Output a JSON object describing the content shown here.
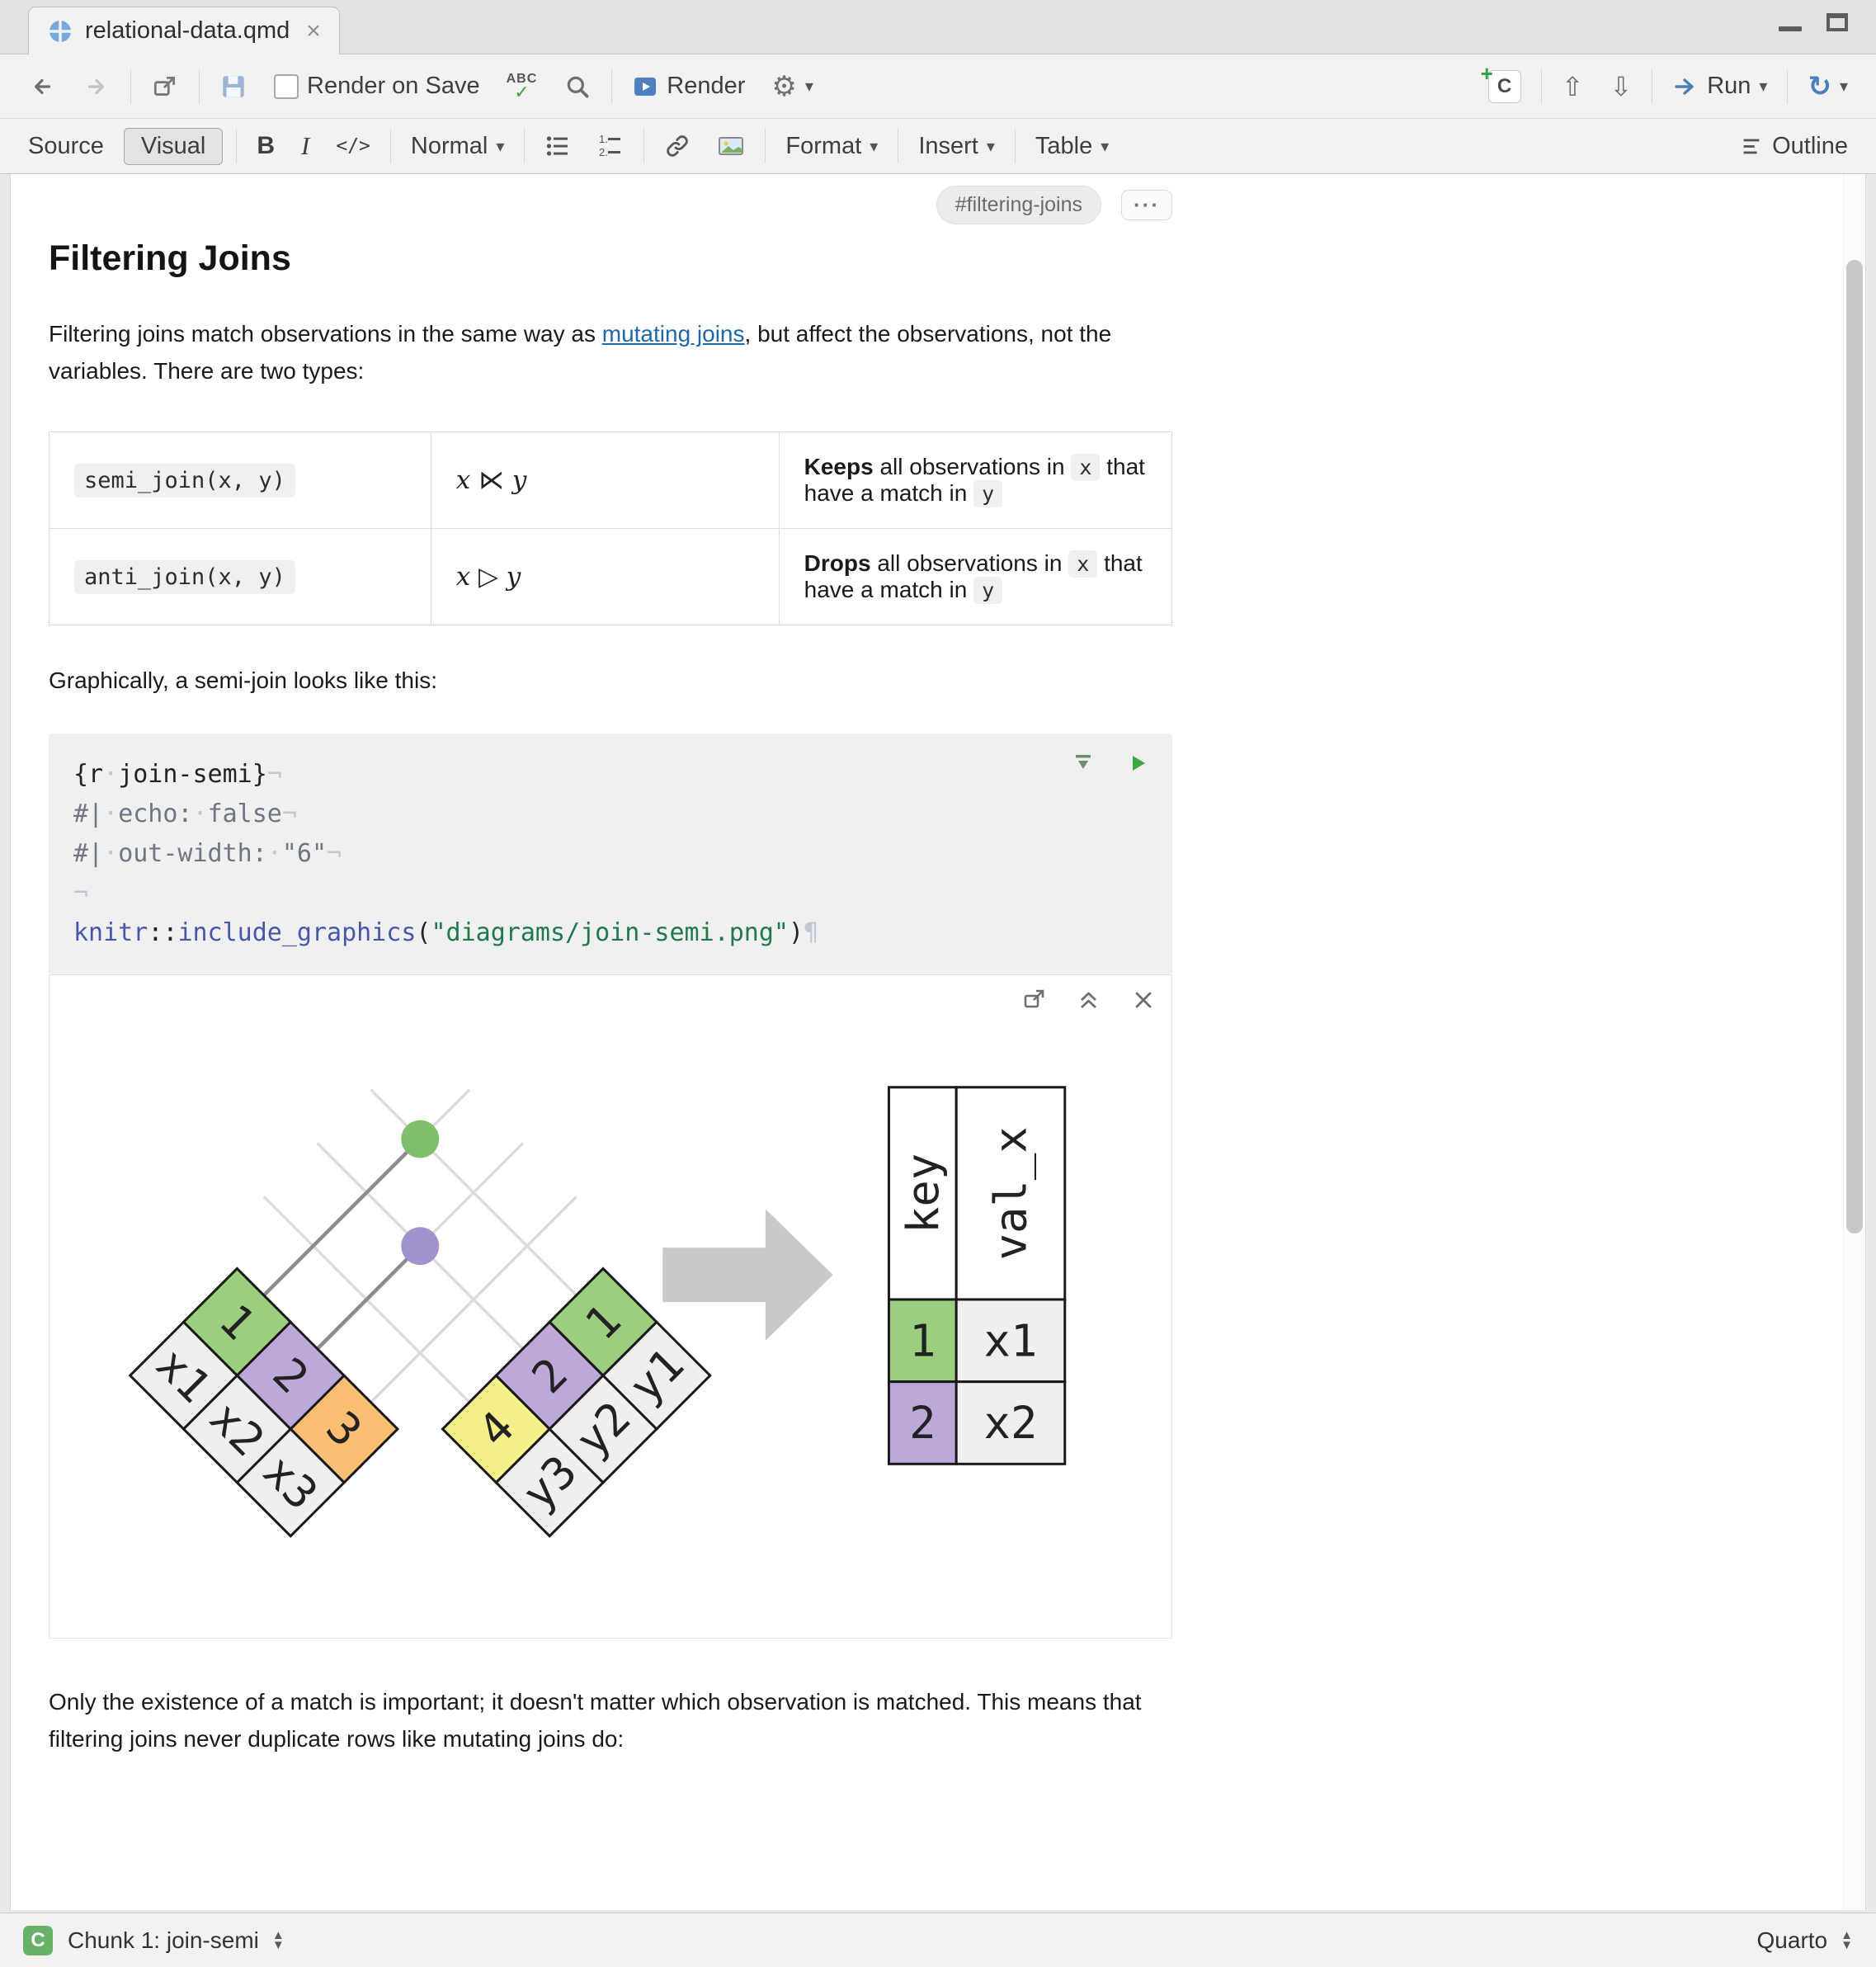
{
  "tab": {
    "title": "relational-data.qmd"
  },
  "icons": {
    "caret": "▾",
    "close": "×",
    "ellipsis": "···",
    "gear": "⚙",
    "nav_up": "⇧",
    "nav_down": "⇩",
    "sync": "↻",
    "stepper_up": "▲",
    "stepper_down": "▼"
  },
  "toolbar1": {
    "render_on_save": "Render on Save",
    "spell_abc": "ABC",
    "spell_tick": "✓",
    "render": "Render",
    "run": "Run",
    "insert_chunk_letter": "C",
    "insert_chunk_plus": "+"
  },
  "toolbar2": {
    "source": "Source",
    "visual": "Visual",
    "bold": "B",
    "italic": "I",
    "code": "</>",
    "style": "Normal",
    "format": "Format",
    "insert": "Insert",
    "table": "Table",
    "outline": "Outline"
  },
  "doc": {
    "badge": "#filtering-joins",
    "heading": "Filtering Joins",
    "intro_pre": "Filtering joins match observations in the same way as ",
    "intro_link": "mutating joins",
    "intro_post": ", but affect the observations, not the variables. There are two types:",
    "table": {
      "rows": [
        {
          "code": "semi_join(x, y)",
          "math": "x ⋉ y",
          "verb": "Keeps",
          "d1": " all observations in ",
          "cx": "x",
          "d2": " that have a match in ",
          "cy": "y"
        },
        {
          "code": "anti_join(x, y)",
          "math": "x ▷ y",
          "verb": "Drops",
          "d1": " all observations in ",
          "cx": "x",
          "d2": " that have a match in ",
          "cy": "y"
        }
      ]
    },
    "para_graphically": "Graphically, a semi-join looks like this:",
    "closing": "Only the existence of a match is important; it doesn't matter which observation is matched. This means that filtering joins never duplicate rows like mutating joins do:"
  },
  "chunk": {
    "lines": [
      [
        {
          "t": "{r",
          "c": "pl"
        },
        {
          "t": "·",
          "c": "ws"
        },
        {
          "t": "join-semi}",
          "c": "pl"
        },
        {
          "t": "¬",
          "c": "ws"
        }
      ],
      [
        {
          "t": "#|",
          "c": "cm"
        },
        {
          "t": "·",
          "c": "ws"
        },
        {
          "t": "echo:",
          "c": "cm"
        },
        {
          "t": "·",
          "c": "ws"
        },
        {
          "t": "false",
          "c": "cm"
        },
        {
          "t": "¬",
          "c": "ws"
        }
      ],
      [
        {
          "t": "#|",
          "c": "cm"
        },
        {
          "t": "·",
          "c": "ws"
        },
        {
          "t": "out-width:",
          "c": "cm"
        },
        {
          "t": "·",
          "c": "ws"
        },
        {
          "t": "\"6\"",
          "c": "cm"
        },
        {
          "t": "¬",
          "c": "ws"
        }
      ],
      [
        {
          "t": "¬",
          "c": "ws"
        }
      ],
      [
        {
          "t": "knitr",
          "c": "fn"
        },
        {
          "t": "::",
          "c": "pl"
        },
        {
          "t": "include_graphics",
          "c": "fn"
        },
        {
          "t": "(",
          "c": "pl"
        },
        {
          "t": "\"diagrams/join-semi.png\"",
          "c": "st"
        },
        {
          "t": ")",
          "c": "pl"
        },
        {
          "t": "¶",
          "c": "ws"
        }
      ]
    ]
  },
  "diagram": {
    "x_table": {
      "keys": [
        "1",
        "2",
        "3"
      ],
      "values": [
        "x1",
        "x2",
        "x3"
      ],
      "key_colors": [
        "#9CCE7F",
        "#BCA8D9",
        "#FBBE72"
      ]
    },
    "y_table": {
      "keys": [
        "1",
        "2",
        "4"
      ],
      "values": [
        "y1",
        "y2",
        "y3"
      ],
      "key_colors": [
        "#9CCE7F",
        "#BCA8D9",
        "#F4EE8B"
      ]
    },
    "dots": [
      "#7FBE6B",
      "#A292CC"
    ],
    "result": {
      "col1": "key",
      "col2": "val_x",
      "rows": [
        {
          "key": "1",
          "val": "x1",
          "color": "#9CCE7F"
        },
        {
          "key": "2",
          "val": "x2",
          "color": "#BCA8D9"
        }
      ]
    },
    "cell_bg": "#EFEFEF",
    "arrow_color": "#C9C9C9",
    "line_light": "#DCDCDC",
    "line_dark": "#8C8C8C",
    "border": "#1A1A1A"
  },
  "statusbar": {
    "chunk_icon": "C",
    "chunk_label": "Chunk 1: join-semi",
    "format": "Quarto"
  }
}
